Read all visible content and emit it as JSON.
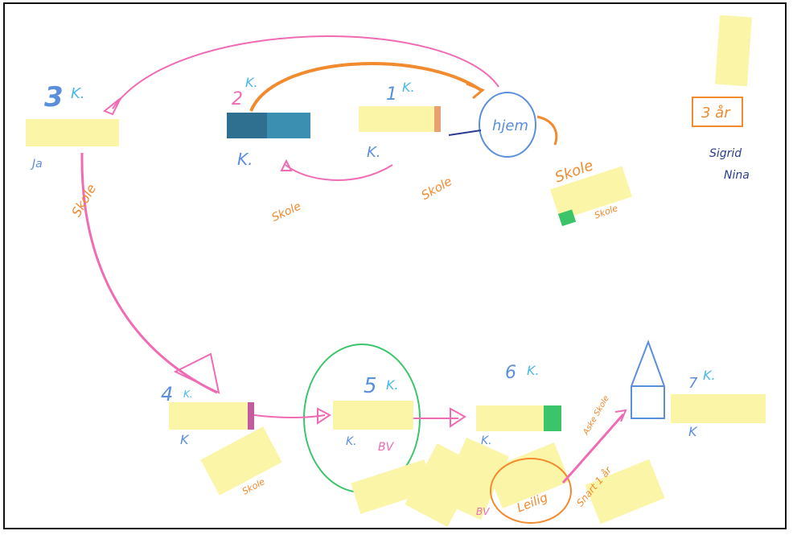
{
  "nodes": [
    {
      "id": "3",
      "number": "3",
      "suffix": "K.",
      "sublabel": "Ja",
      "note": "Skole"
    },
    {
      "id": "2",
      "number": "2",
      "suffix": "K.",
      "k": "K.",
      "note": "Skole"
    },
    {
      "id": "1",
      "number": "1",
      "suffix": "K.",
      "k": "K.",
      "note": "Skole"
    },
    {
      "id": "4",
      "number": "4",
      "suffix": "K.",
      "k": "K",
      "note": "Skole"
    },
    {
      "id": "5",
      "number": "5",
      "suffix": "K.",
      "k": "K.",
      "note": "BV"
    },
    {
      "id": "6",
      "number": "6",
      "suffix": "K.",
      "k": "K.",
      "note": "Leilig",
      "note2": "Aske Skole"
    },
    {
      "id": "7",
      "number": "7",
      "suffix": "K.",
      "k": "K"
    }
  ],
  "home": {
    "label": "hjem",
    "note": "Skole"
  },
  "corner": {
    "box_label": "3 år",
    "names": [
      "Sigrid",
      "Nina"
    ]
  },
  "misc": {
    "small_note": "Snart 1 år",
    "bv2": "BV"
  },
  "colors": {
    "pink": "#f06bb4",
    "orange": "#f28a2e",
    "blue": "#5b8fdc",
    "lightblue": "#46b8e8",
    "green": "#3cc46a",
    "sticky": "#fbf5a8",
    "teal": "#3b8fb0",
    "darkblue": "#2a3d8f"
  }
}
